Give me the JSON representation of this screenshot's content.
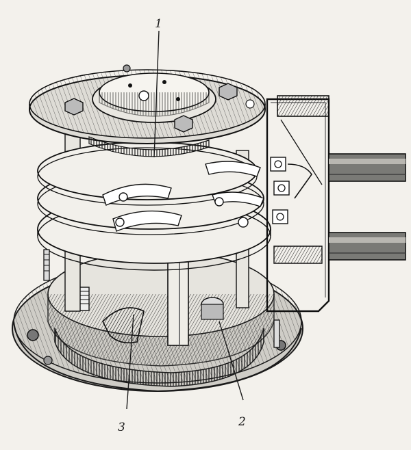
{
  "figure": {
    "callouts": [
      {
        "id": "callout-1",
        "label": "1"
      },
      {
        "id": "callout-2",
        "label": "2"
      },
      {
        "id": "callout-3",
        "label": "3"
      }
    ]
  },
  "colors": {
    "paper": "#f3f1ec",
    "ink": "#1a1a1a",
    "shade": "#8a8a86",
    "light": "#d8d6d0"
  }
}
